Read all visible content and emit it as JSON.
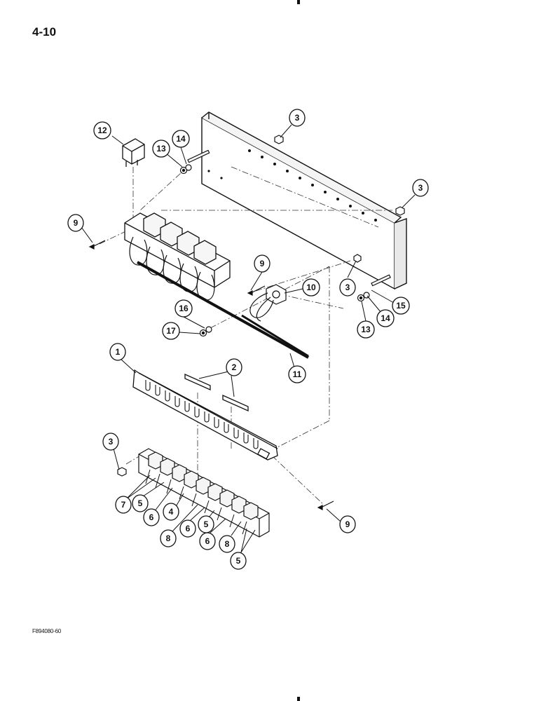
{
  "page_number": "4-10",
  "figure_code": "F894080-60",
  "callouts": [
    {
      "id": "c3a",
      "label": "3"
    },
    {
      "id": "c3b",
      "label": "3"
    },
    {
      "id": "c3c",
      "label": "3"
    },
    {
      "id": "c3d",
      "label": "3"
    },
    {
      "id": "c12",
      "label": "12"
    },
    {
      "id": "c13a",
      "label": "13"
    },
    {
      "id": "c14a",
      "label": "14"
    },
    {
      "id": "c9a",
      "label": "9"
    },
    {
      "id": "c9b",
      "label": "9"
    },
    {
      "id": "c9c",
      "label": "9"
    },
    {
      "id": "c10",
      "label": "10"
    },
    {
      "id": "c15",
      "label": "15"
    },
    {
      "id": "c14b",
      "label": "14"
    },
    {
      "id": "c13b",
      "label": "13"
    },
    {
      "id": "c16",
      "label": "16"
    },
    {
      "id": "c17",
      "label": "17"
    },
    {
      "id": "c11",
      "label": "11"
    },
    {
      "id": "c1",
      "label": "1"
    },
    {
      "id": "c2",
      "label": "2"
    },
    {
      "id": "c7",
      "label": "7"
    },
    {
      "id": "c5a",
      "label": "5"
    },
    {
      "id": "c6a",
      "label": "6"
    },
    {
      "id": "c4",
      "label": "4"
    },
    {
      "id": "c8a",
      "label": "8"
    },
    {
      "id": "c6b",
      "label": "6"
    },
    {
      "id": "c5b",
      "label": "5"
    },
    {
      "id": "c6c",
      "label": "6"
    },
    {
      "id": "c8b",
      "label": "8"
    },
    {
      "id": "c5c",
      "label": "5"
    }
  ]
}
